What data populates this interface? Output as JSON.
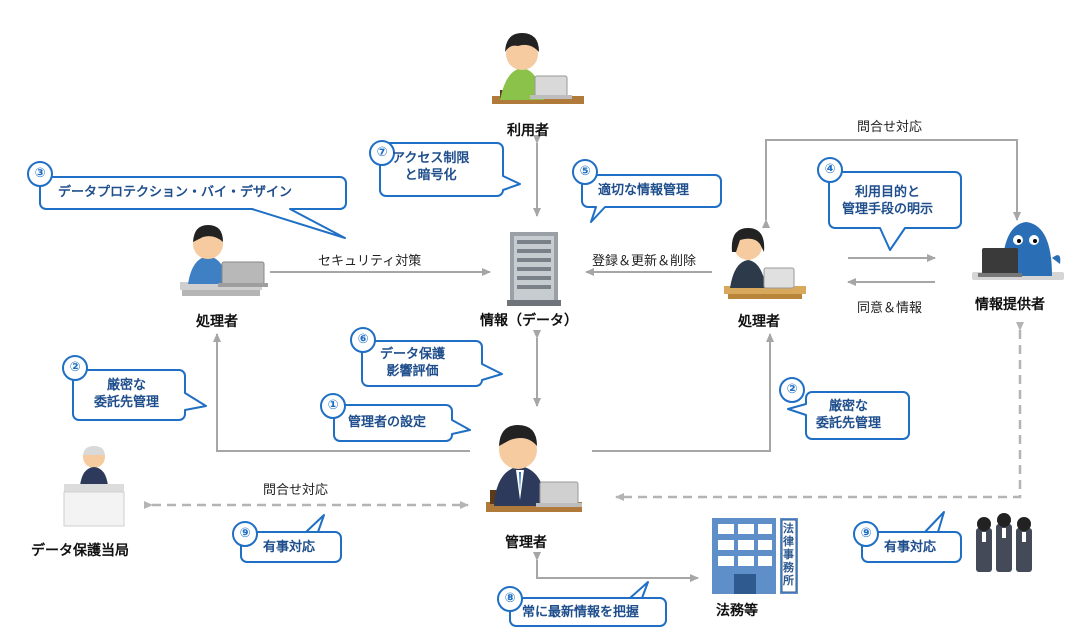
{
  "nodes": {
    "user": "利用者",
    "data": "情報（データ）",
    "processor_left": "処理者",
    "processor_right": "処理者",
    "provider": "情報提供者",
    "manager": "管理者",
    "authority": "データ保護当局",
    "legal": "法務等",
    "law_sign": "法律事務所"
  },
  "edges": {
    "security": "セキュリティ対策",
    "register": "登録＆更新＆削除",
    "consent": "同意＆情報",
    "inquiry_top": "問合せ対応",
    "inquiry_bottom": "問合せ対応"
  },
  "bubbles": [
    {
      "num": "③",
      "text": "データプロテクション・バイ・デザイン"
    },
    {
      "num": "⑦",
      "text": "アクセス制限\nと暗号化"
    },
    {
      "num": "⑤",
      "text": "適切な情報管理"
    },
    {
      "num": "④",
      "text": "利用目的と\n管理手段の明示"
    },
    {
      "num": "②",
      "text": "厳密な\n委託先管理"
    },
    {
      "num": "⑥",
      "text": "データ保護\n影響評価"
    },
    {
      "num": "①",
      "text": "管理者の設定"
    },
    {
      "num": "②",
      "text": "厳密な\n委託先管理"
    },
    {
      "num": "⑨",
      "text": "有事対応"
    },
    {
      "num": "⑧",
      "text": "常に最新情報を把握"
    },
    {
      "num": "⑨",
      "text": "有事対応"
    }
  ],
  "colors": {
    "accent": "#1f6fc4",
    "bubble_text": "#1f4e8c",
    "arrow": "#a6a6a6",
    "dashed": "#b4b4b4"
  }
}
